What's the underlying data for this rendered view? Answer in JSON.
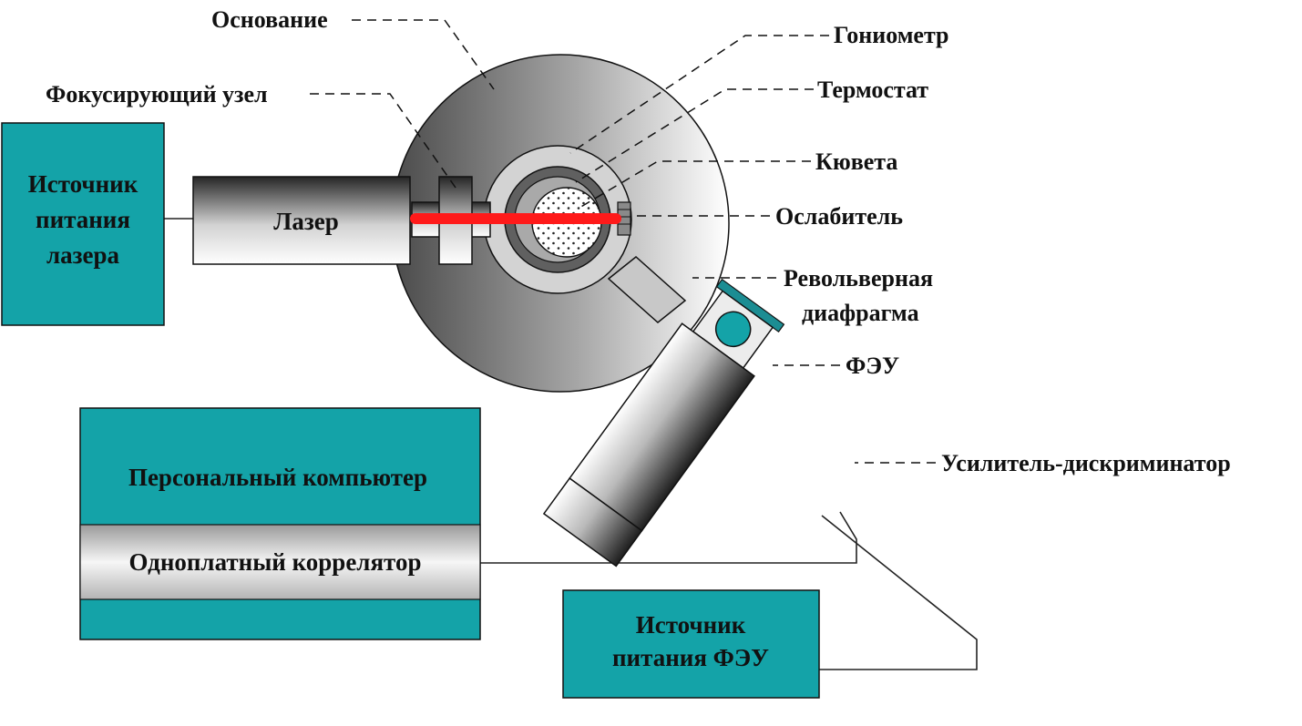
{
  "labels": {
    "base": "Основание",
    "focusing_unit": "Фокусирующий узел",
    "goniometer": "Гониометр",
    "thermostat": "Термостат",
    "cuvette": "Кювета",
    "attenuator": "Ослабитель",
    "revolver_diaphragm_line1": "Револьверная",
    "revolver_diaphragm_line2": "диафрагма",
    "pmt": "ФЭУ",
    "amplifier_discriminator": "Усилитель-дискриминатор"
  },
  "laser": {
    "label": "Лазер"
  },
  "laser_power": {
    "line1": "Источник",
    "line2": "питания",
    "line3": "лазера"
  },
  "computer": {
    "title": "Персональный компьютер",
    "correlator": "Одноплатный коррелятор"
  },
  "pmt_power": {
    "line1": "Источник",
    "line2": "питания ФЭУ"
  },
  "colors": {
    "teal": "#14a3a8",
    "beam": "#ff1a1a",
    "outline": "#111111"
  }
}
